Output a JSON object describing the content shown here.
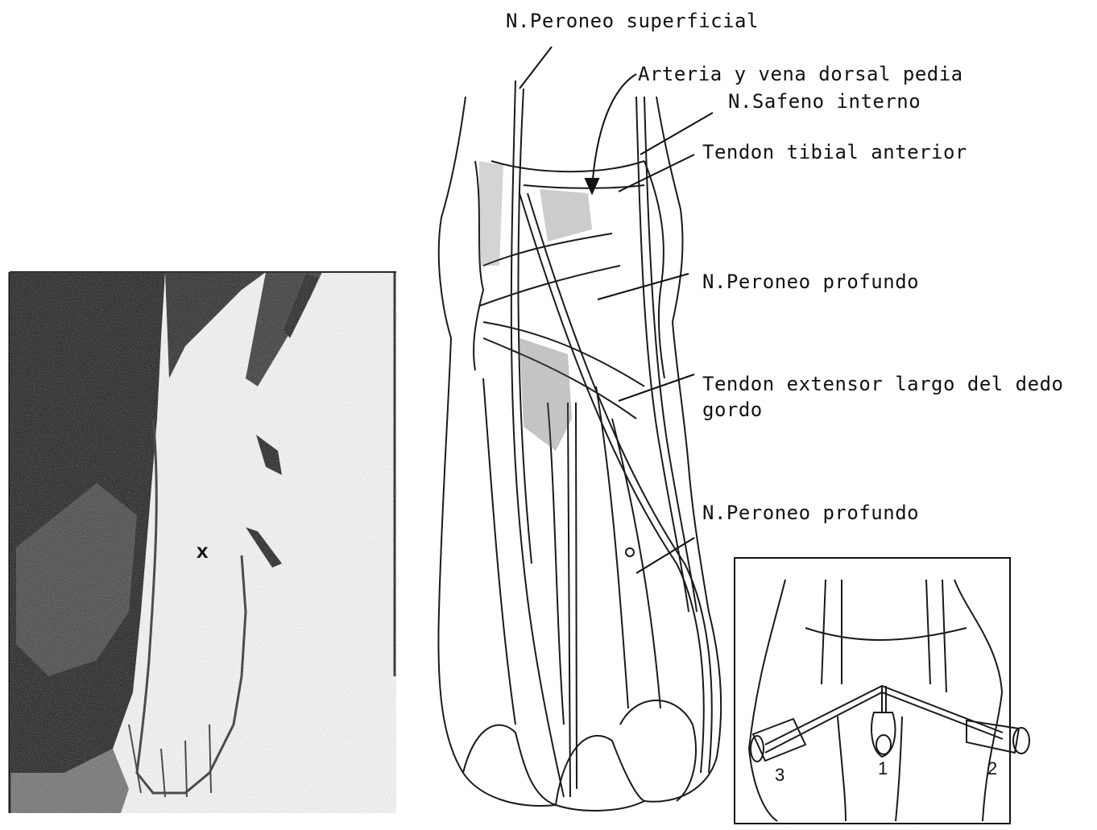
{
  "labels": {
    "peroneo_superficial": "N.Peroneo superficial",
    "arteria_vena": "Arteria y vena dorsal pedia",
    "safeno_interno": "N.Safeno interno",
    "tendon_tibial": "Tendon tibial anterior",
    "peroneo_profundo_1": "N.Peroneo profundo",
    "tendon_extensor_1": "Tendon extensor largo del dedo",
    "tendon_extensor_2": "gordo",
    "peroneo_profundo_2": "N.Peroneo profundo"
  },
  "photo": {
    "marker": "x"
  },
  "inset": {
    "needle_1": "1",
    "needle_2": "2",
    "needle_3": "3"
  }
}
